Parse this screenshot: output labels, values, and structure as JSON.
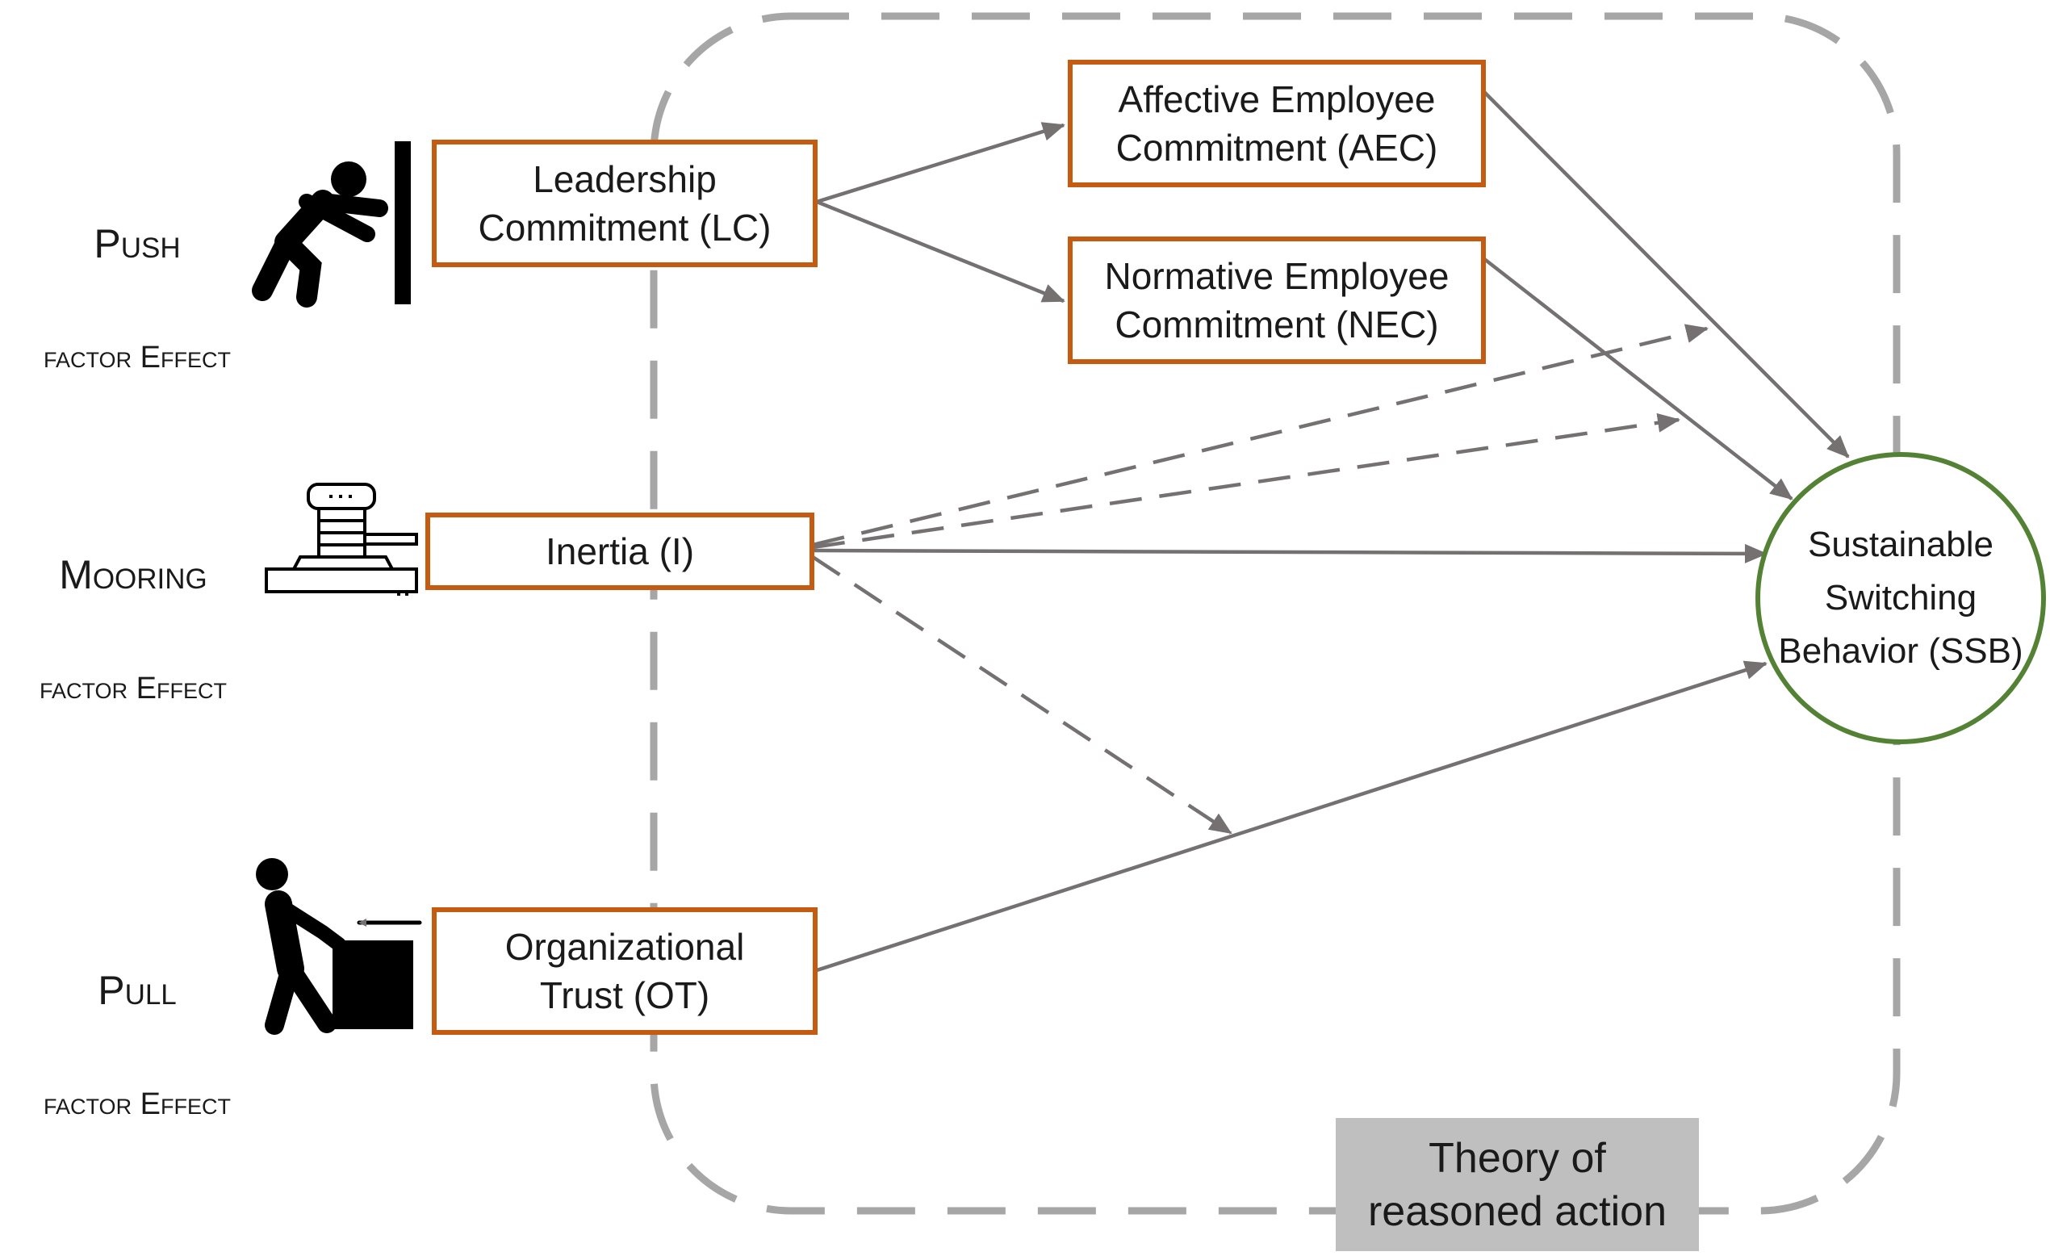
{
  "factors": {
    "push": {
      "title": "Push",
      "subtitle": "factor Effect",
      "icon": "person-pushing-wall-icon"
    },
    "mooring": {
      "title": "Mooring",
      "subtitle": "factor Effect",
      "icon": "mooring-bollard-icon"
    },
    "pull": {
      "title": "Pull",
      "subtitle": "factor Effect",
      "icon": "person-pulling-box-icon"
    }
  },
  "constructs": {
    "lc": "Leadership\nCommitment (LC)",
    "aec": "Affective Employee\nCommitment (AEC)",
    "nec": "Normative Employee\nCommitment (NEC)",
    "inertia": "Inertia (I)",
    "ot": "Organizational\nTrust (OT)",
    "ssb": "Sustainable\nSwitching\nBehavior (SSB)"
  },
  "framework_label": "Theory of\nreasoned action",
  "colors": {
    "construct_border": "#c55a11",
    "outcome_border": "#548235",
    "path_line": "#767171",
    "framework_border": "#a6a6a6",
    "framework_label_bg": "#bfbfbf"
  },
  "paths": [
    {
      "from": "LC",
      "to": "AEC",
      "style": "solid"
    },
    {
      "from": "LC",
      "to": "NEC",
      "style": "solid"
    },
    {
      "from": "AEC",
      "to": "SSB",
      "style": "solid"
    },
    {
      "from": "NEC",
      "to": "SSB",
      "style": "solid"
    },
    {
      "from": "I",
      "to": "SSB",
      "style": "solid"
    },
    {
      "from": "OT",
      "to": "SSB",
      "style": "solid"
    },
    {
      "from": "I",
      "to": "AEC-SSB",
      "style": "dashed"
    },
    {
      "from": "I",
      "to": "NEC-SSB",
      "style": "dashed"
    },
    {
      "from": "I",
      "to": "OT-SSB",
      "style": "dashed"
    }
  ]
}
